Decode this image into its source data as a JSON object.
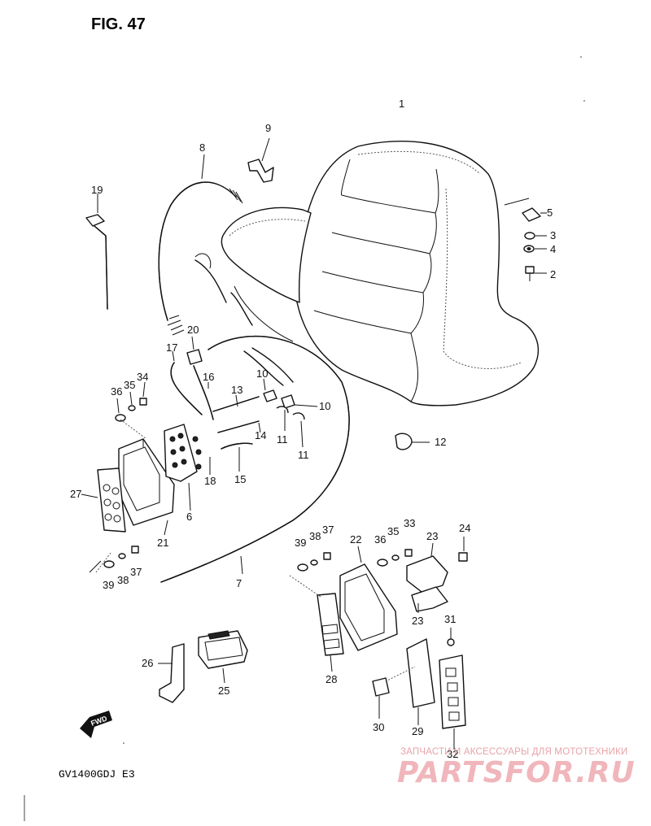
{
  "figure": {
    "title": "FIG. 47",
    "model": "GV1400GDJ  E3",
    "fwd_label": "FWD"
  },
  "watermark": {
    "subtitle": "ЗАПЧАСТИ И АКСЕССУАРЫ ДЛЯ МОТОТЕХНИКИ",
    "brand": "PARTSFOR.RU"
  },
  "part_labels": [
    {
      "id": "p1",
      "text": "1"
    },
    {
      "id": "p2",
      "text": "2"
    },
    {
      "id": "p3",
      "text": "3"
    },
    {
      "id": "p4",
      "text": "4"
    },
    {
      "id": "p5",
      "text": "5"
    },
    {
      "id": "p6",
      "text": "6"
    },
    {
      "id": "p7",
      "text": "7"
    },
    {
      "id": "p8",
      "text": "8"
    },
    {
      "id": "p9",
      "text": "9"
    },
    {
      "id": "p10a",
      "text": "10"
    },
    {
      "id": "p10b",
      "text": "10"
    },
    {
      "id": "p11a",
      "text": "11"
    },
    {
      "id": "p11b",
      "text": "11"
    },
    {
      "id": "p12",
      "text": "12"
    },
    {
      "id": "p13",
      "text": "13"
    },
    {
      "id": "p14",
      "text": "14"
    },
    {
      "id": "p15",
      "text": "15"
    },
    {
      "id": "p16",
      "text": "16"
    },
    {
      "id": "p17",
      "text": "17"
    },
    {
      "id": "p18",
      "text": "18"
    },
    {
      "id": "p19",
      "text": "19"
    },
    {
      "id": "p20",
      "text": "20"
    },
    {
      "id": "p21",
      "text": "21"
    },
    {
      "id": "p22",
      "text": "22"
    },
    {
      "id": "p23a",
      "text": "23"
    },
    {
      "id": "p23b",
      "text": "23"
    },
    {
      "id": "p24",
      "text": "24"
    },
    {
      "id": "p25",
      "text": "25"
    },
    {
      "id": "p26",
      "text": "26"
    },
    {
      "id": "p27",
      "text": "27"
    },
    {
      "id": "p28",
      "text": "28"
    },
    {
      "id": "p29",
      "text": "29"
    },
    {
      "id": "p30",
      "text": "30"
    },
    {
      "id": "p31",
      "text": "31"
    },
    {
      "id": "p32",
      "text": "32"
    },
    {
      "id": "p33",
      "text": "33"
    },
    {
      "id": "p34",
      "text": "34"
    },
    {
      "id": "p35a",
      "text": "35"
    },
    {
      "id": "p35b",
      "text": "35"
    },
    {
      "id": "p36a",
      "text": "36"
    },
    {
      "id": "p36b",
      "text": "36"
    },
    {
      "id": "p37a",
      "text": "37"
    },
    {
      "id": "p37b",
      "text": "37"
    },
    {
      "id": "p38a",
      "text": "38"
    },
    {
      "id": "p38b",
      "text": "38"
    },
    {
      "id": "p39a",
      "text": "39"
    },
    {
      "id": "p39b",
      "text": "39"
    }
  ]
}
